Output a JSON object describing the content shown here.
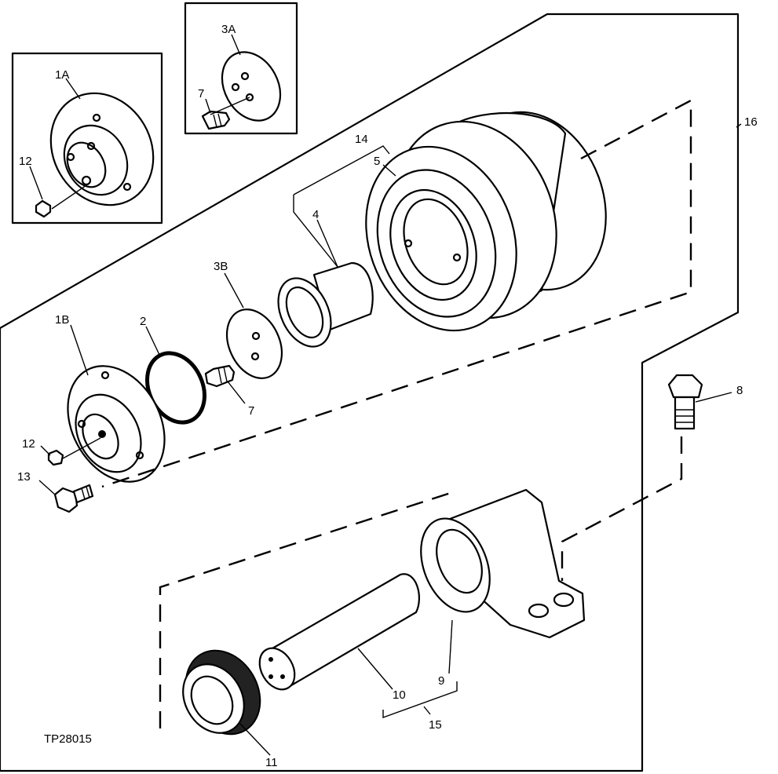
{
  "figure_id": "TP28015",
  "callouts": {
    "c1A": "1A",
    "c1B": "1B",
    "c2": "2",
    "c3A": "3A",
    "c3B": "3B",
    "c4": "4",
    "c5": "5",
    "c7a": "7",
    "c7b": "7",
    "c8": "8",
    "c9": "9",
    "c10": "10",
    "c11": "11",
    "c12a": "12",
    "c12b": "12",
    "c13": "13",
    "c14": "14",
    "c15": "15",
    "c16": "16"
  }
}
